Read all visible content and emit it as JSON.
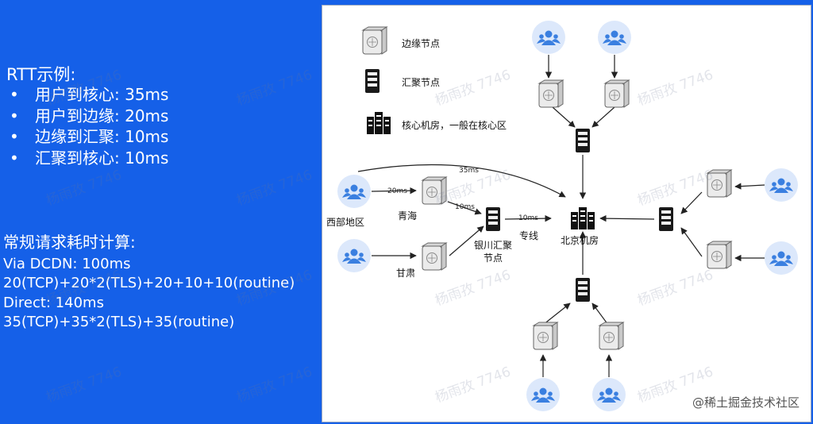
{
  "rtt": {
    "title": "RTT示例:",
    "items": [
      {
        "label": "用户到核心: ",
        "value": "35ms"
      },
      {
        "label": "用户到边缘: ",
        "value": "20ms"
      },
      {
        "label": "边缘到汇聚: ",
        "value": "10ms"
      },
      {
        "label": "汇聚到核心: ",
        "value": "10ms"
      }
    ]
  },
  "calc": {
    "title": "常规请求耗时计算:",
    "lines": [
      "Via DCDN: 100ms",
      "20(TCP)+20*2(TLS)+20+10+10(routine)",
      "Direct: 140ms",
      "35(TCP)+35*2(TLS)+35(routine)"
    ]
  },
  "legend": {
    "edge": "边缘节点",
    "aggregation": "汇聚节点",
    "core": "核心机房，一般在核心区"
  },
  "diagram": {
    "west_region": "西部地区",
    "qinghai": "青海",
    "gansu": "甘肃",
    "yinchuan_line1": "银川汇聚",
    "yinchuan_line2": "节点",
    "dedicated_line": "专线",
    "beijing": "北京机房",
    "latency_direct": "35ms",
    "latency_user_edge": "20ms",
    "latency_edge_agg": "10ms",
    "latency_agg_core": "10ms"
  },
  "colors": {
    "background": "#1560e8",
    "user_circle": "#dce8fb",
    "user_icon": "#3a7fe0"
  },
  "watermark": {
    "text": "杨雨孜 7746",
    "site": "@稀土掘金技术社区"
  }
}
